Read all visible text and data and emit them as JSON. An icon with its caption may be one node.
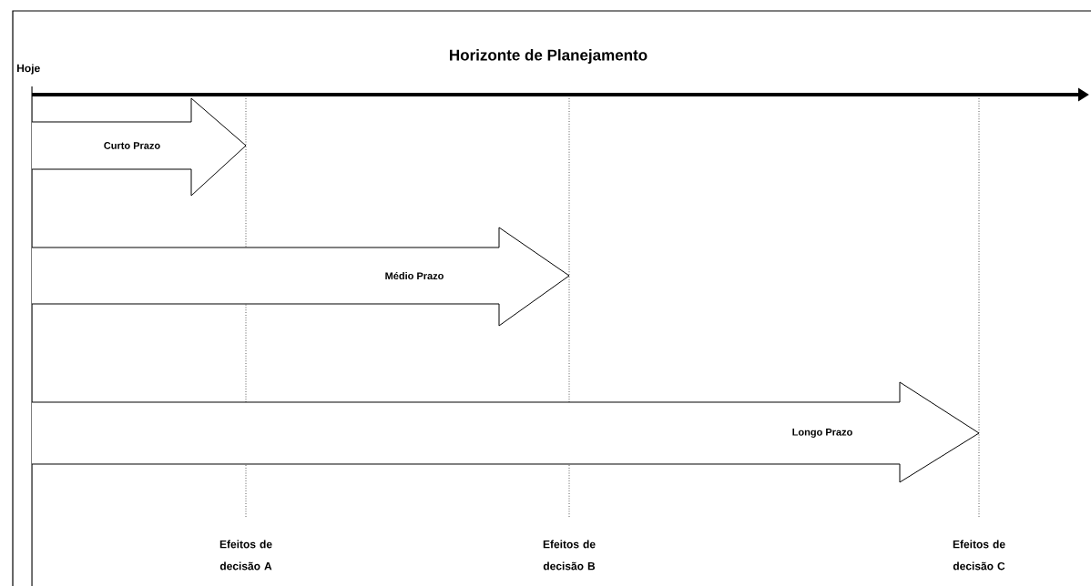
{
  "diagram": {
    "title": "Horizonte de Planejamento",
    "nodes": [
      {
        "text": [
          "Curto Prazo"
        ]
      },
      {
        "text": [
          "Médio Prazo"
        ]
      },
      {
        "text": [
          "Longo Prazo"
        ]
      }
    ],
    "labels": [
      "Hoje",
      "Efeitos de decisão A",
      "Efeitos de decisão B",
      "Efeitos de decisão C"
    ]
  }
}
